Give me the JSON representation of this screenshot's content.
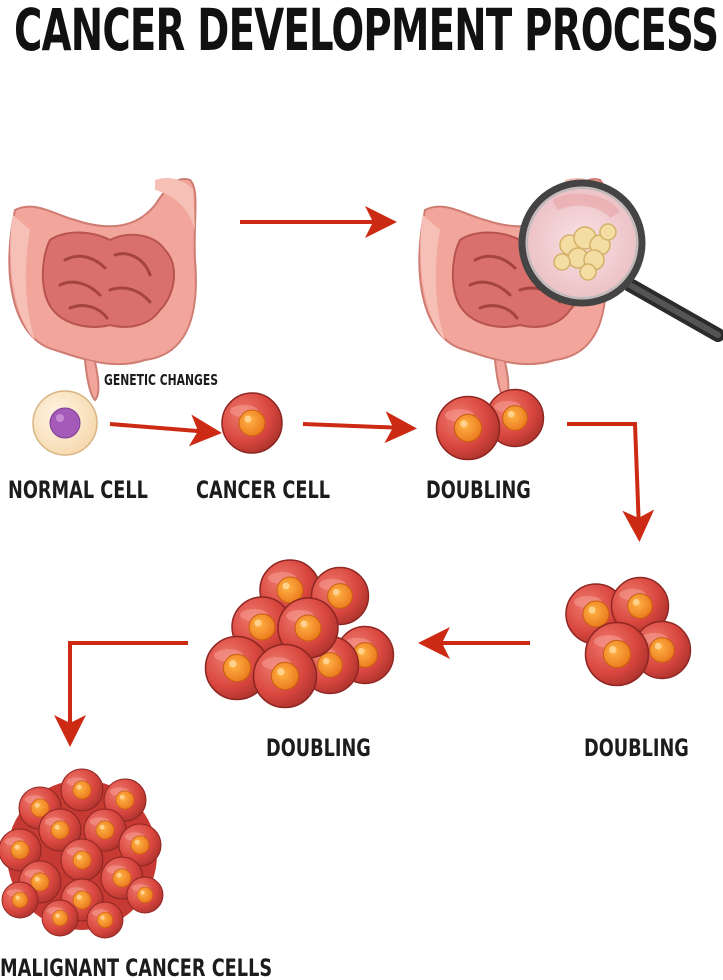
{
  "title": "CANCER DEVELOPMENT PROCESS",
  "labels": {
    "genetic_changes": "GENETIC CHANGES",
    "normal_cell": "NORMAL CELL",
    "cancer_cell": "CANCER CELL",
    "doubling_1": "DOUBLING",
    "doubling_2": "DOUBLING",
    "doubling_3": "DOUBLING",
    "malignant": "MALIGNANT CANCER CELLS"
  },
  "colors": {
    "arrow": "#cc2a12",
    "intestine_outer": "#f2a59a",
    "intestine_inner": "#d9706c",
    "cell_body": "#d94a42",
    "cell_nucleus": "#f2841f",
    "normal_cell_body": "#fbe9cf",
    "normal_cell_nucleus": "#a45ab8",
    "magnifier_frame": "#2b2b2b"
  },
  "icons": [
    "intestine-icon",
    "magnifying-glass-icon",
    "normal-cell-icon",
    "cancer-cell-icon",
    "cell-cluster-icon",
    "arrow-icon"
  ]
}
